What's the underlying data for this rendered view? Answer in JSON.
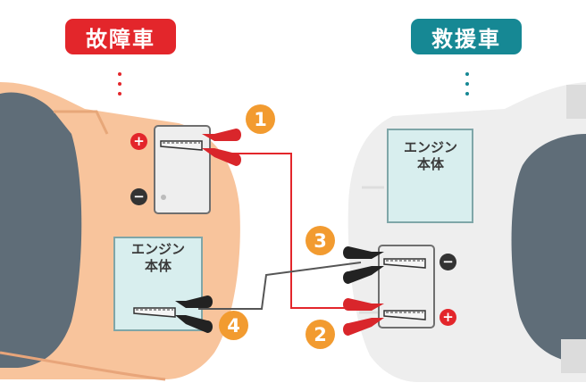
{
  "labels": {
    "broken_car": "故障車",
    "rescue_car": "救援車",
    "engine": "エンジン\n本体"
  },
  "steps": [
    "1",
    "2",
    "3",
    "4"
  ],
  "terminals": {
    "plus": "+",
    "minus": "−"
  },
  "colors": {
    "broken_label": "#e3262b",
    "rescue_label": "#168894",
    "broken_car_body": "#f8c49c",
    "rescue_car_body": "#eeeeee",
    "step_badge": "#f29b30",
    "red_cable": "#e3262b",
    "black_cable": "#222222"
  }
}
